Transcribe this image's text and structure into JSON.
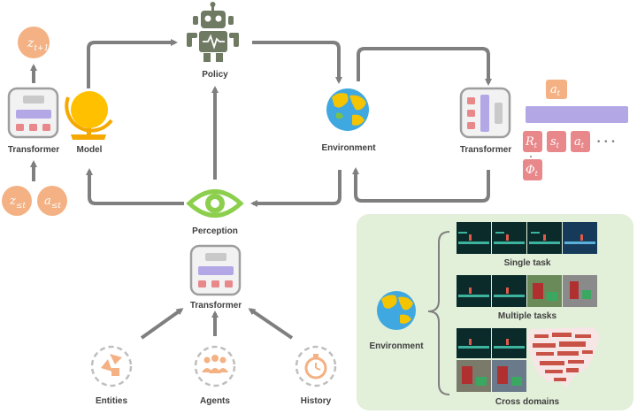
{
  "nodes": {
    "policy": "Policy",
    "environment": "Environment",
    "model": "Model",
    "transformer_left": "Transformer",
    "transformer_right": "Transformer",
    "perception": "Perception",
    "transformer_bottom": "Transformer",
    "entities": "Entities",
    "agents": "Agents",
    "history": "History"
  },
  "tokens": {
    "z_next": {
      "base": "z",
      "sub": "t+1"
    },
    "z_hist": {
      "base": "z",
      "sub": "≤t"
    },
    "a_hist": {
      "base": "a",
      "sub": "≤t"
    },
    "a_t_out": {
      "base": "a",
      "sub": "t"
    },
    "R_t": {
      "base": "R",
      "sub": "t"
    },
    "s_t": {
      "base": "s",
      "sub": "t"
    },
    "a_t": {
      "base": "a",
      "sub": "t"
    },
    "phi_t": {
      "base": "Φ",
      "sub": "t"
    },
    "ellipsis": "• • •"
  },
  "panel": {
    "environment": "Environment",
    "single_task": "Single task",
    "multiple_tasks": "Multiple tasks",
    "cross_domains": "Cross domains"
  },
  "colors": {
    "arrow": "#7f7f7f",
    "orange_token": "#f4b183",
    "pink_token": "#e8888b",
    "purple_bar": "#b4a7e6",
    "green_eye": "#8ccf4d",
    "panel_bg": "#e2efd9",
    "robot": "#6f7a63",
    "icon_orange": "#f4b183"
  },
  "icons": [
    "robot-icon",
    "globe-icon",
    "earth-icon",
    "eye-icon",
    "transformer-icon",
    "entities-icon",
    "agents-icon",
    "history-icon"
  ]
}
